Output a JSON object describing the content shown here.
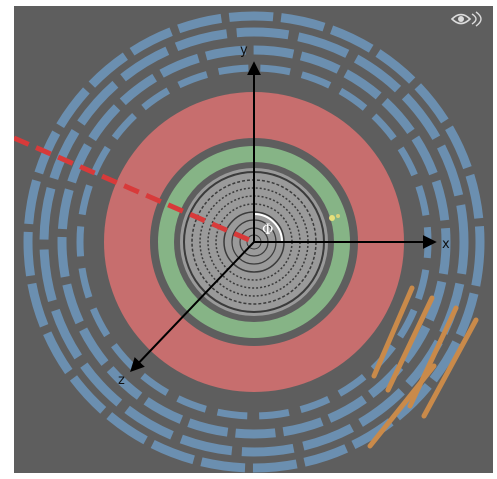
{
  "diagram": {
    "axes": [
      {
        "id": "x",
        "label": "x"
      },
      {
        "id": "y",
        "label": "y"
      },
      {
        "id": "z",
        "label": "z"
      }
    ],
    "angle_label": "Φ",
    "logo_icon": "eye-logo-icon",
    "colors": {
      "background": "#5e5e5e",
      "muon_chambers": "#6b8fb0",
      "muon_highlight": "#c98a4a",
      "hadron_calorimeter": "#c76e6e",
      "em_calorimeter": "#86b486",
      "inner_tracker": "#9a9a9a",
      "axes": "#000000",
      "track": "#d83a3a",
      "angle_arc": "#ffffff"
    }
  }
}
